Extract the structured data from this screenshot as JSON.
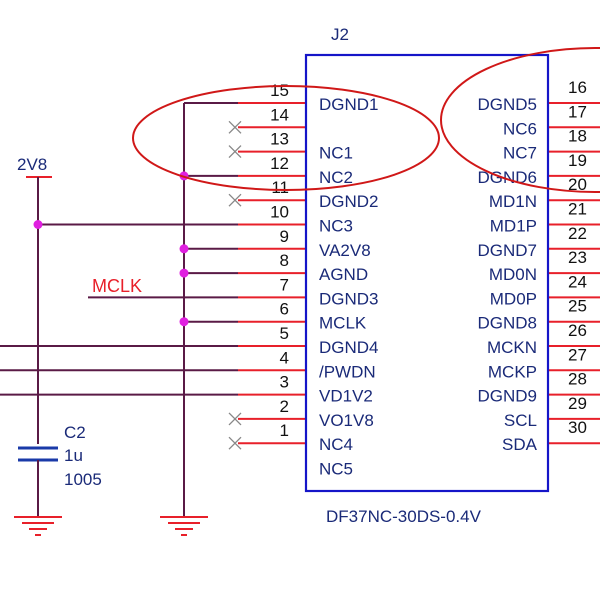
{
  "colors": {
    "pin": "#e8202a",
    "wire": "#5a1a46",
    "box": "#1515c8",
    "text": "#1a2a78",
    "junction": "#e020e0",
    "highlight": "#d01818",
    "cap": "#1a3aa8",
    "nc": "#888888",
    "gnd": "#e8202a"
  },
  "connector": {
    "ref": "J2",
    "part": "DF37NC-30DS-0.4V",
    "left_pins": [
      {
        "num": "15",
        "name": "DGND1"
      },
      {
        "num": "14",
        "name": ""
      },
      {
        "num": "13",
        "name": "NC1"
      },
      {
        "num": "12",
        "name": "NC2"
      },
      {
        "num": "11",
        "name": "DGND2"
      },
      {
        "num": "10",
        "name": "NC3"
      },
      {
        "num": "9",
        "name": "VA2V8"
      },
      {
        "num": "8",
        "name": "AGND"
      },
      {
        "num": "7",
        "name": "DGND3"
      },
      {
        "num": "6",
        "name": "MCLK"
      },
      {
        "num": "5",
        "name": "DGND4"
      },
      {
        "num": "4",
        "name": "/PWDN"
      },
      {
        "num": "3",
        "name": "VD1V2"
      },
      {
        "num": "2",
        "name": "VO1V8"
      },
      {
        "num": "1",
        "name": "NC4"
      },
      {
        "num": "",
        "name": "NC5"
      }
    ],
    "right_pins": [
      {
        "num": "16",
        "name": "DGND5"
      },
      {
        "num": "17",
        "name": "NC6"
      },
      {
        "num": "18",
        "name": "NC7"
      },
      {
        "num": "19",
        "name": "DGND6"
      },
      {
        "num": "20",
        "name": "MD1N"
      },
      {
        "num": "21",
        "name": "MD1P"
      },
      {
        "num": "22",
        "name": "DGND7"
      },
      {
        "num": "23",
        "name": "MD0N"
      },
      {
        "num": "24",
        "name": "MD0P"
      },
      {
        "num": "25",
        "name": "DGND8"
      },
      {
        "num": "26",
        "name": "MCKN"
      },
      {
        "num": "27",
        "name": "MCKP"
      },
      {
        "num": "28",
        "name": "DGND9"
      },
      {
        "num": "29",
        "name": "SCL"
      },
      {
        "num": "30",
        "name": "SDA"
      },
      {
        "num": "",
        "name": ""
      }
    ]
  },
  "nets": {
    "power_label": "2V8",
    "mclk_label": "MCLK"
  },
  "capacitor": {
    "ref": "C2",
    "value": "1u",
    "package": "1005"
  }
}
